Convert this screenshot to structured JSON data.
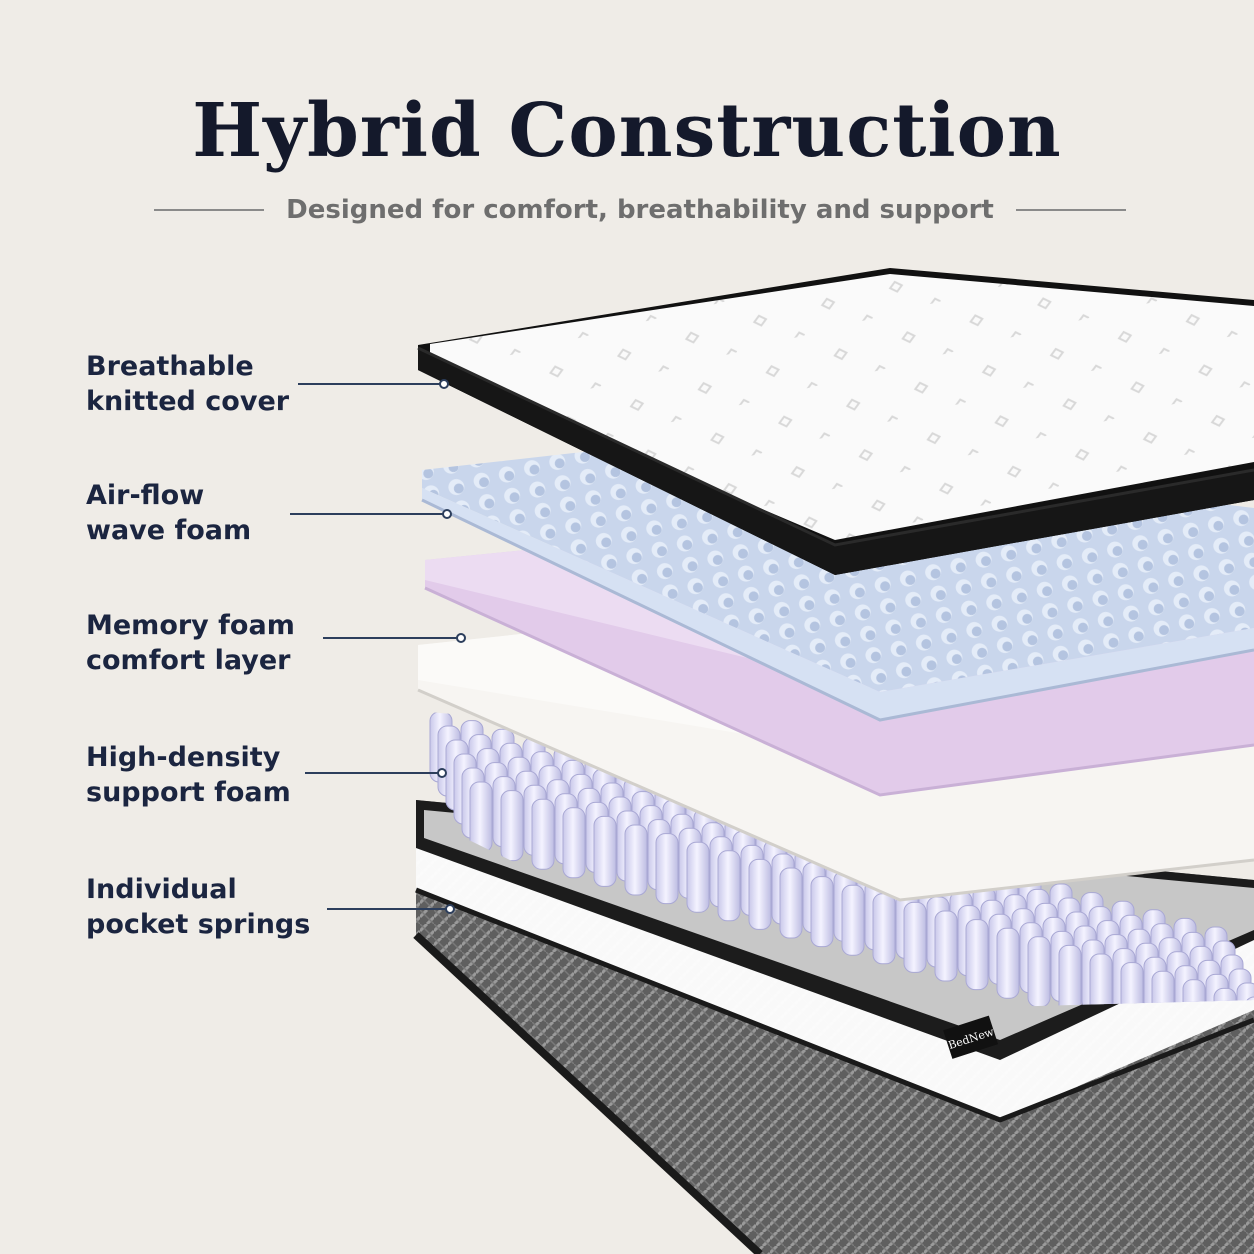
{
  "header": {
    "title": "Hybrid Construction",
    "subtitle": "Designed for comfort, breathability and support"
  },
  "layers": [
    {
      "line1": "Breathable",
      "line2": "knitted cover"
    },
    {
      "line1": "Air-flow",
      "line2": "wave foam"
    },
    {
      "line1": "Memory foam",
      "line2": "comfort layer"
    },
    {
      "line1": "High-density",
      "line2": "support foam"
    },
    {
      "line1": "Individual",
      "line2": "pocket springs"
    }
  ],
  "brand_tag": "BedNew",
  "colors": {
    "background": "#efece7",
    "title": "#14192b",
    "label": "#1b2540",
    "leader_line": "#2c3e5c",
    "wave_foam": "#cfdcef",
    "memory_foam": "#e7d3ef",
    "support_foam": "#f6f4f1",
    "springs": "#dcdcf2",
    "base_fabric": "#6d6d6d"
  }
}
